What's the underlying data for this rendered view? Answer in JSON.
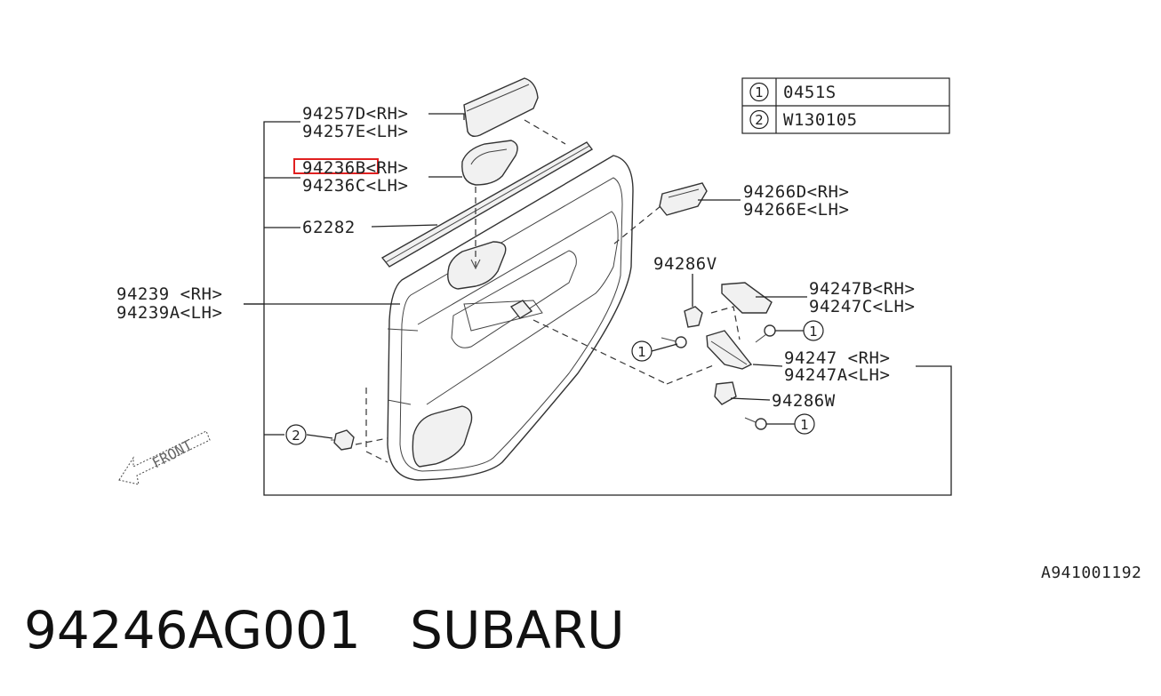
{
  "legend": [
    {
      "num": "1",
      "code": "0451S"
    },
    {
      "num": "2",
      "code": "W130105"
    }
  ],
  "labels": {
    "p94257D": "94257D<RH>",
    "p94257E": "94257E<LH>",
    "p94236B": "94236B<RH>",
    "p94236C": "94236C<LH>",
    "p62282": "62282",
    "p94239": "94239 <RH>",
    "p94239A": "94239A<LH>",
    "p94266D": "94266D<RH>",
    "p94266E": "94266E<LH>",
    "p94286V": "94286V",
    "p94247B": "94247B<RH>",
    "p94247C": "94247C<LH>",
    "p94247": "94247 <RH>",
    "p94247A": "94247A<LH>",
    "p94286W": "94286W",
    "front": "FRONT"
  },
  "callouts": {
    "c1a": "1",
    "c1b": "1",
    "c1c": "1",
    "c2": "2"
  },
  "highlight_color": "#e02020",
  "diagram_code": "A941001192",
  "caption": {
    "part_number": "94246AG001",
    "brand": "SUBARU"
  }
}
